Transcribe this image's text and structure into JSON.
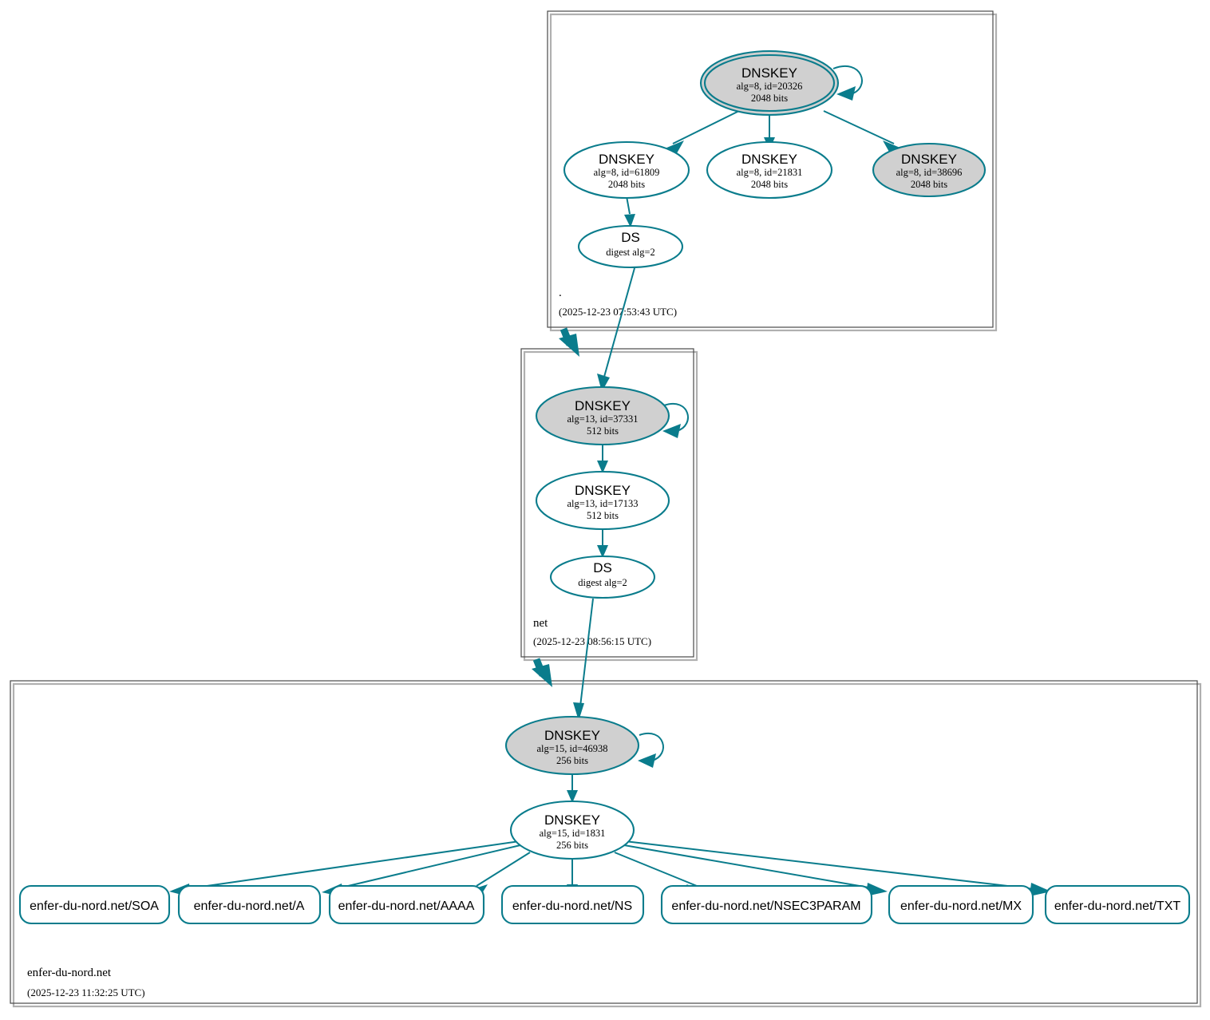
{
  "diagram": {
    "kind": "dnssec-authentication-chain",
    "accent_color": "#0a7c8c",
    "secure_fill": "#d0d0d0",
    "plain_fill": "#ffffff",
    "border_color": "#4a4a4a"
  },
  "zones": [
    {
      "id": "root",
      "name": ".",
      "timestamp": "(2025-12-23 07:53:43 UTC)",
      "nodes": [
        {
          "id": "root-ksk",
          "type": "DNSKEY",
          "title": "DNSKEY",
          "line2": "alg=8, id=20326",
          "line3": "2048 bits",
          "shaded": true,
          "trust_anchor": true,
          "self_sign": true
        },
        {
          "id": "root-zsk1",
          "type": "DNSKEY",
          "title": "DNSKEY",
          "line2": "alg=8, id=61809",
          "line3": "2048 bits",
          "shaded": false,
          "trust_anchor": false,
          "self_sign": false
        },
        {
          "id": "root-zsk2",
          "type": "DNSKEY",
          "title": "DNSKEY",
          "line2": "alg=8, id=21831",
          "line3": "2048 bits",
          "shaded": false,
          "trust_anchor": false,
          "self_sign": false
        },
        {
          "id": "root-zsk3",
          "type": "DNSKEY",
          "title": "DNSKEY",
          "line2": "alg=8, id=38696",
          "line3": "2048 bits",
          "shaded": true,
          "trust_anchor": false,
          "self_sign": false
        },
        {
          "id": "root-ds",
          "type": "DS",
          "title": "DS",
          "line2": "digest alg=2",
          "line3": "",
          "shaded": false,
          "trust_anchor": false,
          "self_sign": false
        }
      ]
    },
    {
      "id": "net",
      "name": "net",
      "timestamp": "(2025-12-23 08:56:15 UTC)",
      "nodes": [
        {
          "id": "net-ksk",
          "type": "DNSKEY",
          "title": "DNSKEY",
          "line2": "alg=13, id=37331",
          "line3": "512 bits",
          "shaded": true,
          "trust_anchor": false,
          "self_sign": true
        },
        {
          "id": "net-zsk",
          "type": "DNSKEY",
          "title": "DNSKEY",
          "line2": "alg=13, id=17133",
          "line3": "512 bits",
          "shaded": false,
          "trust_anchor": false,
          "self_sign": false
        },
        {
          "id": "net-ds",
          "type": "DS",
          "title": "DS",
          "line2": "digest alg=2",
          "line3": "",
          "shaded": false,
          "trust_anchor": false,
          "self_sign": false
        }
      ]
    },
    {
      "id": "enfer",
      "name": "enfer-du-nord.net",
      "timestamp": "(2025-12-23 11:32:25 UTC)",
      "nodes": [
        {
          "id": "enfer-ksk",
          "type": "DNSKEY",
          "title": "DNSKEY",
          "line2": "alg=15, id=46938",
          "line3": "256 bits",
          "shaded": true,
          "trust_anchor": false,
          "self_sign": true
        },
        {
          "id": "enfer-zsk",
          "type": "DNSKEY",
          "title": "DNSKEY",
          "line2": "alg=15, id=1831",
          "line3": "256 bits",
          "shaded": false,
          "trust_anchor": false,
          "self_sign": false
        }
      ],
      "rrsets": [
        {
          "id": "rr-soa",
          "label": "enfer-du-nord.net/SOA"
        },
        {
          "id": "rr-a",
          "label": "enfer-du-nord.net/A"
        },
        {
          "id": "rr-aaaa",
          "label": "enfer-du-nord.net/AAAA"
        },
        {
          "id": "rr-ns",
          "label": "enfer-du-nord.net/NS"
        },
        {
          "id": "rr-nsec3param",
          "label": "enfer-du-nord.net/NSEC3PARAM"
        },
        {
          "id": "rr-mx",
          "label": "enfer-du-nord.net/MX"
        },
        {
          "id": "rr-txt",
          "label": "enfer-du-nord.net/TXT"
        }
      ]
    }
  ]
}
